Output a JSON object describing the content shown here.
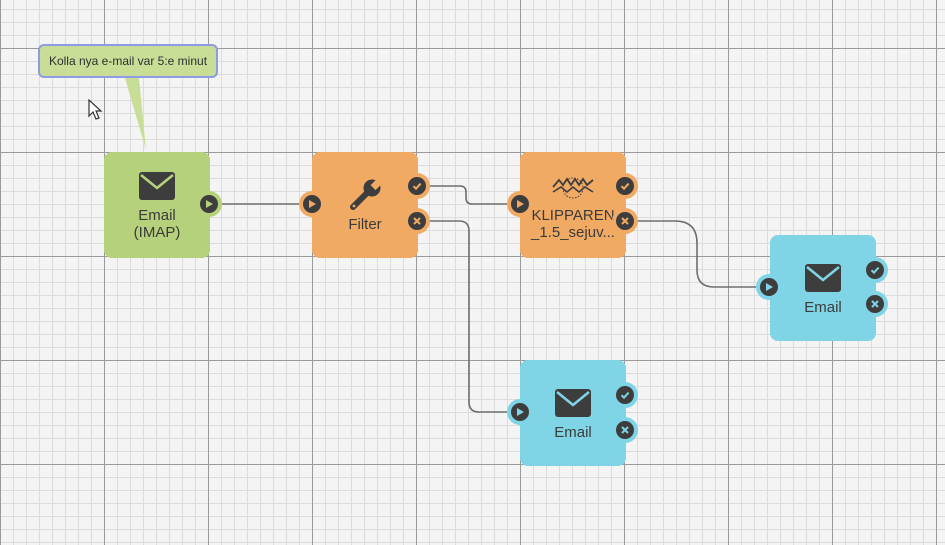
{
  "note": {
    "text": "Kolla nya e-mail var 5:e minut"
  },
  "nodes": {
    "email_imap": {
      "label": "Email\n(IMAP)",
      "icon": "envelope-icon",
      "color": "#b5d17c"
    },
    "filter": {
      "label": "Filter",
      "icon": "wrench-icon",
      "color": "#f1aa63"
    },
    "klipparen": {
      "label_line1": "KLIPPAREN",
      "label_line2": "_1.5_sejuv...",
      "icon": "klipparen-logo-icon",
      "color": "#f1aa63"
    },
    "email_bottom": {
      "label": "Email",
      "icon": "envelope-icon",
      "color": "#7fd5e6"
    },
    "email_right": {
      "label": "Email",
      "icon": "envelope-icon",
      "color": "#7fd5e6"
    }
  },
  "port_icons": {
    "input": "play-icon",
    "success": "check-icon",
    "failure": "x-icon"
  },
  "colors": {
    "wire": "#6e6e6e",
    "port_dark": "#3d3d3d",
    "note_border": "#8f9be2"
  }
}
